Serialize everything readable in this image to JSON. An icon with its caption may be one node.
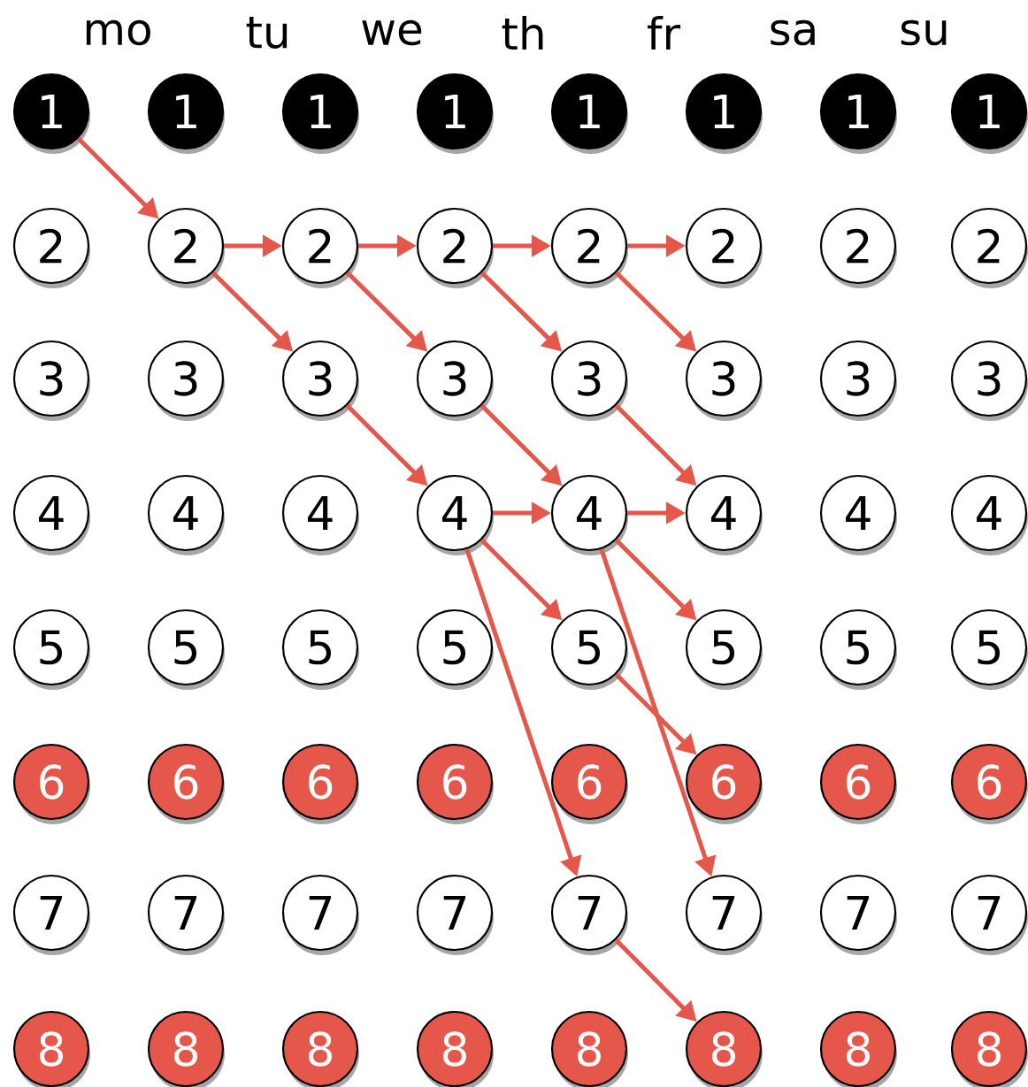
{
  "diagram": {
    "nodes": [
      {
        "text": [
          "1"
        ]
      },
      {
        "text": [
          "1"
        ]
      },
      {
        "text": [
          "1"
        ]
      },
      {
        "text": [
          "1"
        ]
      },
      {
        "text": [
          "1"
        ]
      },
      {
        "text": [
          "1"
        ]
      },
      {
        "text": [
          "1"
        ]
      },
      {
        "text": [
          "1"
        ]
      },
      {
        "text": [
          "2"
        ]
      },
      {
        "text": [
          "2"
        ]
      },
      {
        "text": [
          "2"
        ]
      },
      {
        "text": [
          "2"
        ]
      },
      {
        "text": [
          "2"
        ]
      },
      {
        "text": [
          "2"
        ]
      },
      {
        "text": [
          "2"
        ]
      },
      {
        "text": [
          "2"
        ]
      },
      {
        "text": [
          "3"
        ]
      },
      {
        "text": [
          "3"
        ]
      },
      {
        "text": [
          "3"
        ]
      },
      {
        "text": [
          "3"
        ]
      },
      {
        "text": [
          "3"
        ]
      },
      {
        "text": [
          "3"
        ]
      },
      {
        "text": [
          "3"
        ]
      },
      {
        "text": [
          "3"
        ]
      },
      {
        "text": [
          "4"
        ]
      },
      {
        "text": [
          "4"
        ]
      },
      {
        "text": [
          "4"
        ]
      },
      {
        "text": [
          "4"
        ]
      },
      {
        "text": [
          "4"
        ]
      },
      {
        "text": [
          "4"
        ]
      },
      {
        "text": [
          "4"
        ]
      },
      {
        "text": [
          "4"
        ]
      },
      {
        "text": [
          "5"
        ]
      },
      {
        "text": [
          "5"
        ]
      },
      {
        "text": [
          "5"
        ]
      },
      {
        "text": [
          "5"
        ]
      },
      {
        "text": [
          "5"
        ]
      },
      {
        "text": [
          "5"
        ]
      },
      {
        "text": [
          "5"
        ]
      },
      {
        "text": [
          "5"
        ]
      },
      {
        "text": [
          "6"
        ]
      },
      {
        "text": [
          "6"
        ]
      },
      {
        "text": [
          "6"
        ]
      },
      {
        "text": [
          "6"
        ]
      },
      {
        "text": [
          "6"
        ]
      },
      {
        "text": [
          "6"
        ]
      },
      {
        "text": [
          "6"
        ]
      },
      {
        "text": [
          "6"
        ]
      },
      {
        "text": [
          "7"
        ]
      },
      {
        "text": [
          "7"
        ]
      },
      {
        "text": [
          "7"
        ]
      },
      {
        "text": [
          "7"
        ]
      },
      {
        "text": [
          "7"
        ]
      },
      {
        "text": [
          "7"
        ]
      },
      {
        "text": [
          "7"
        ]
      },
      {
        "text": [
          "7"
        ]
      },
      {
        "text": [
          "8"
        ]
      },
      {
        "text": [
          "8"
        ]
      },
      {
        "text": [
          "8"
        ]
      },
      {
        "text": [
          "8"
        ]
      },
      {
        "text": [
          "8"
        ]
      },
      {
        "text": [
          "8"
        ]
      },
      {
        "text": [
          "8"
        ]
      },
      {
        "text": [
          "8"
        ]
      }
    ],
    "edges": [
      {
        "from": 0,
        "to": 9,
        "arrow": "to"
      },
      {
        "from": 9,
        "to": 10,
        "arrow": "to"
      },
      {
        "from": 10,
        "to": 11,
        "arrow": "to"
      },
      {
        "from": 11,
        "to": 12,
        "arrow": "to"
      },
      {
        "from": 12,
        "to": 13,
        "arrow": "to"
      },
      {
        "from": 9,
        "to": 18,
        "arrow": "to"
      },
      {
        "from": 10,
        "to": 19,
        "arrow": "to"
      },
      {
        "from": 11,
        "to": 20,
        "arrow": "to"
      },
      {
        "from": 12,
        "to": 21,
        "arrow": "to"
      },
      {
        "from": 18,
        "to": 27,
        "arrow": "to"
      },
      {
        "from": 19,
        "to": 28,
        "arrow": "to"
      },
      {
        "from": 20,
        "to": 29,
        "arrow": "to"
      },
      {
        "from": 27,
        "to": 28,
        "arrow": "to"
      },
      {
        "from": 28,
        "to": 29,
        "arrow": "to"
      },
      {
        "from": 27,
        "to": 36,
        "arrow": "to"
      },
      {
        "from": 28,
        "to": 37,
        "arrow": "to"
      },
      {
        "from": 36,
        "to": 45,
        "arrow": "to"
      },
      {
        "from": 27,
        "to": 52,
        "arrow": "to"
      },
      {
        "from": 28,
        "to": 53,
        "arrow": "to"
      },
      {
        "from": 52,
        "to": 61,
        "arrow": "to"
      }
    ],
    "labels": [
      "mo",
      "tu",
      "we",
      "th",
      "fr",
      "sa",
      "su"
    ]
  }
}
